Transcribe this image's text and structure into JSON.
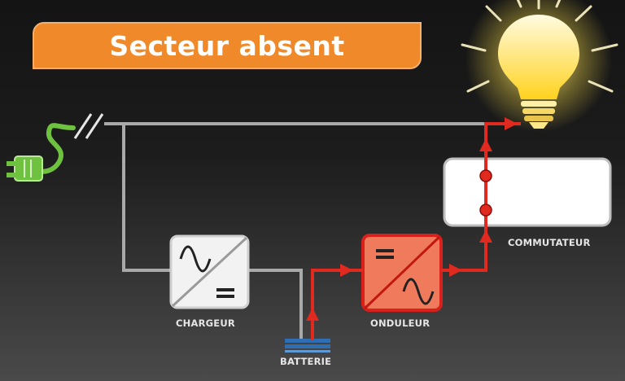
{
  "title": "Secteur absent",
  "components": {
    "charger_label": "CHARGEUR",
    "battery_label": "BATTERIE",
    "inverter_label": "ONDULEUR",
    "switch_label": "COMMUTATEUR"
  },
  "colors": {
    "banner": "#f0892a",
    "wire_idle": "#a9a9a9",
    "wire_active": "#e0291f",
    "plug": "#6fc23f",
    "inverter_fill": "#f07a5c",
    "battery": "#2e6fb4",
    "bulb": "#ffe24a"
  },
  "icons": [
    "plug-icon",
    "light-bulb-icon",
    "sine-wave-icon",
    "dc-equals-icon",
    "battery-icon"
  ]
}
